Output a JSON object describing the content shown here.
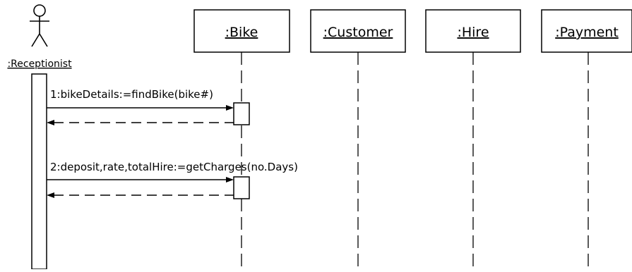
{
  "diagram": {
    "actor": {
      "label": ":Receptionist"
    },
    "objects": [
      {
        "id": "bike",
        "label": ":Bike"
      },
      {
        "id": "customer",
        "label": ":Customer"
      },
      {
        "id": "hire",
        "label": ":Hire"
      },
      {
        "id": "payment",
        "label": ":Payment"
      }
    ],
    "messages": [
      {
        "label": "1:bikeDetails:=findBike(bike#)",
        "from": "actor",
        "to": "bike",
        "return": true
      },
      {
        "label": "2:deposit,rate,totalHire:=getCharges(no.Days)",
        "from": "actor",
        "to": "bike",
        "return": true
      }
    ],
    "colors": {
      "stroke": "#000000",
      "background": "#ffffff"
    }
  }
}
